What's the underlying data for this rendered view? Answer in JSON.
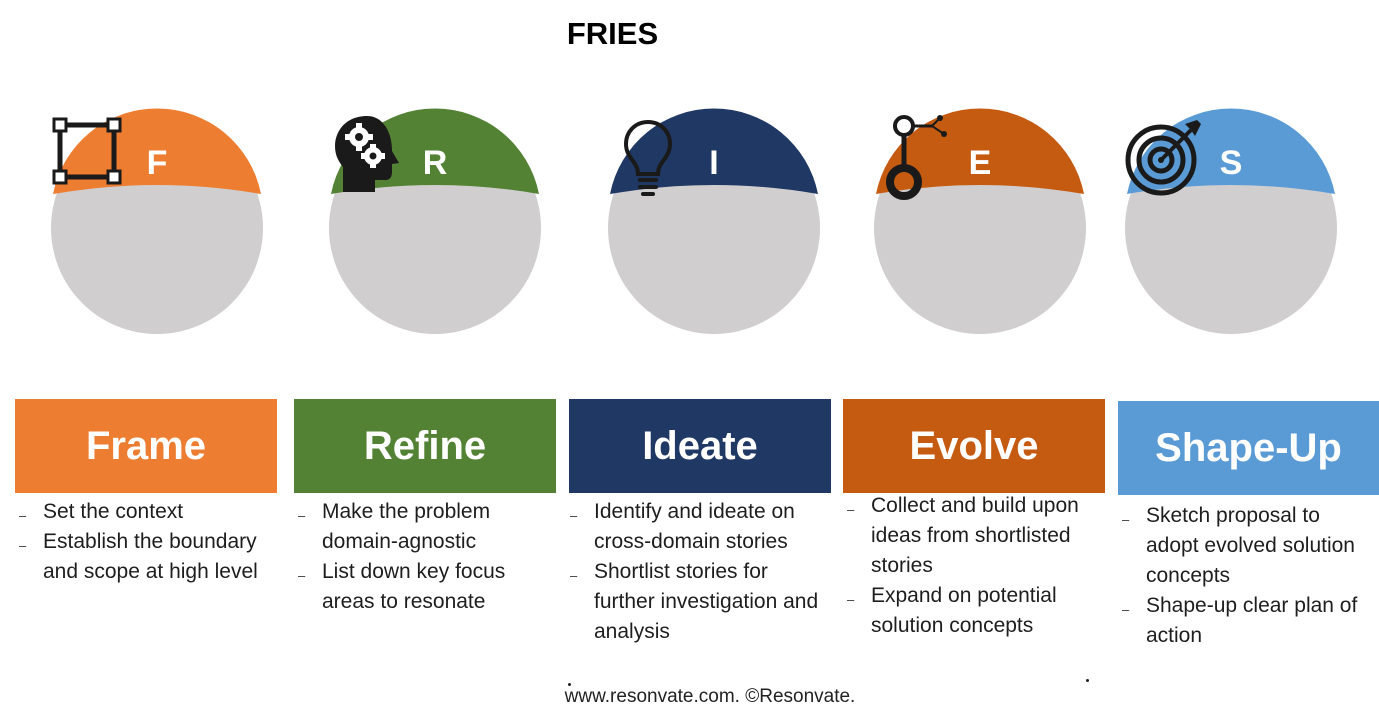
{
  "title": "FRIES",
  "steps": [
    {
      "letter": "F",
      "name": "Frame",
      "color": "#ED7D31",
      "icon": "frame-square-icon",
      "points": [
        "Set the context",
        "Establish the boundary and scope at high level"
      ]
    },
    {
      "letter": "R",
      "name": "Refine",
      "color": "#548235",
      "icon": "head-gears-icon",
      "points": [
        "Make the problem domain-agnostic",
        "List down key focus areas to resonate"
      ]
    },
    {
      "letter": "I",
      "name": "Ideate",
      "color": "#203864",
      "icon": "lightbulb-icon",
      "points": [
        "Identify and ideate on cross-domain stories",
        "Shortlist stories for further investigation and analysis"
      ]
    },
    {
      "letter": "E",
      "name": "Evolve",
      "color": "#C55A11",
      "icon": "branch-nodes-icon",
      "points": [
        "Collect and build upon ideas from shortlisted stories",
        "Expand on potential solution concepts"
      ]
    },
    {
      "letter": "S",
      "name": "Shape-Up",
      "color": "#5B9BD5",
      "icon": "target-arrow-icon",
      "points": [
        "Sketch proposal to adopt evolved solution concepts",
        "Shape-up clear plan of action"
      ]
    }
  ],
  "footer": "www.resonvate.com. ©Resonvate.",
  "colors": {
    "circle_gray": "#D0CECE",
    "icon": "#1a1a1a"
  }
}
